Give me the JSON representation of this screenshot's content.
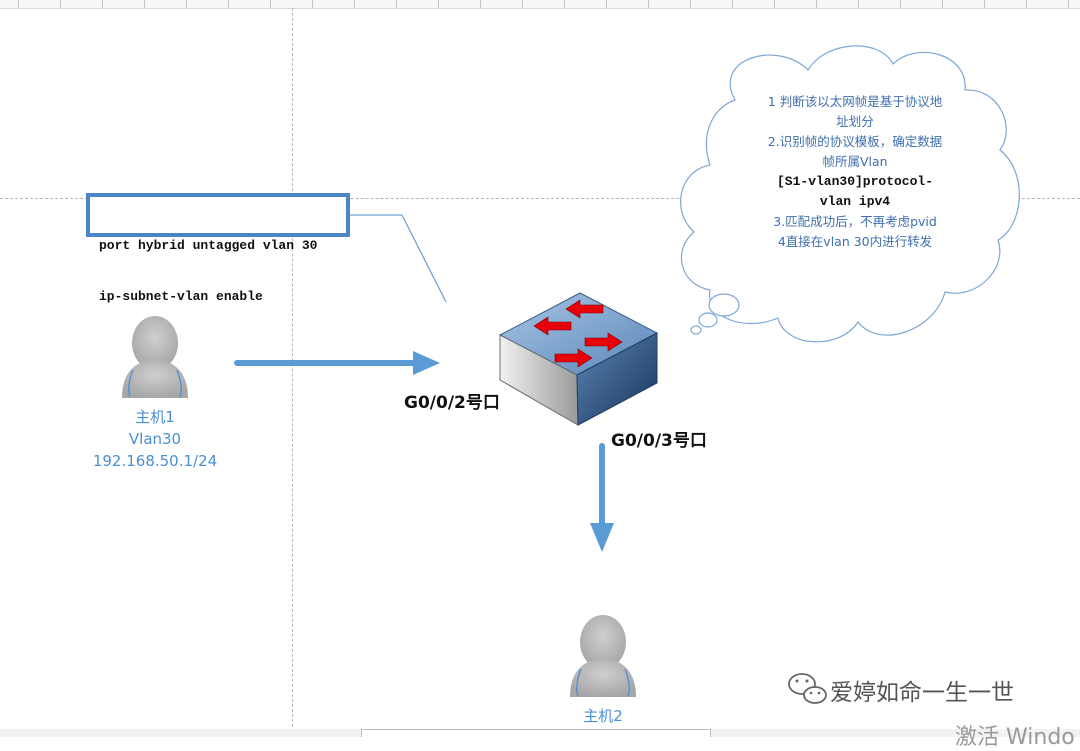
{
  "command_box": {
    "line1": "port hybrid untagged vlan 30",
    "line2": "ip-subnet-vlan enable"
  },
  "cloud_note": {
    "line1": "1  判断该以太网帧是基于协议地",
    "line2": "址划分",
    "line3": "2.识别帧的协议模板，确定数据",
    "line4": "帧所属Vlan",
    "line5": "[S1-vlan30]protocol-",
    "line6": "vlan ipv4",
    "line7": "3.匹配成功后，不再考虑pvid",
    "line8": "4直接在vlan 30内进行转发"
  },
  "ports": {
    "inbound": "G0/0/2号口",
    "outbound": "G0/0/3号口"
  },
  "host1": {
    "name": "主机1",
    "vlan": "Vlan30",
    "ip": "192.168.50.1/24"
  },
  "host2": {
    "name": "主机2"
  },
  "watermark": {
    "text": "爱婷如命一生一世",
    "icon": "wechat-icon"
  },
  "activation_overlay": {
    "text": "激活 Windo"
  },
  "colors": {
    "arrow_blue": "#5b9bd5",
    "box_border": "#4a86c8",
    "cloud_text": "#3f6fae",
    "host_label": "#4a8fd6",
    "switch_arrow": "#e8000b"
  }
}
